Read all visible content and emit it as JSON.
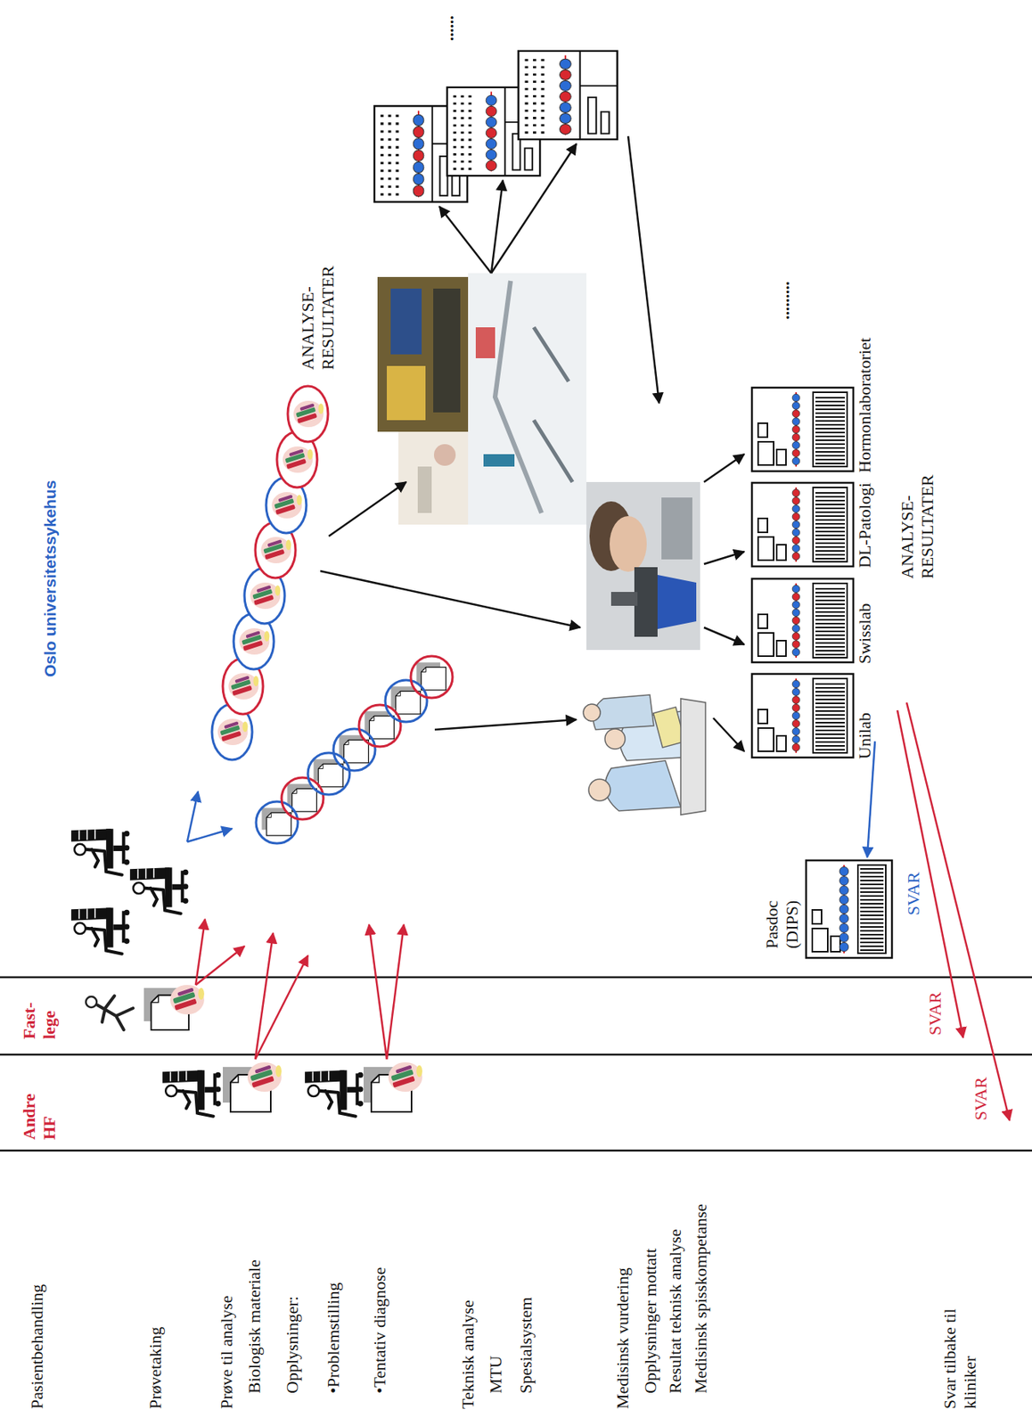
{
  "diagram": {
    "nodes": [
      {
        "text": [
          "Unilab"
        ]
      },
      {
        "text": [
          "Swisslab"
        ]
      },
      {
        "text": [
          "DL-Patologi"
        ]
      },
      {
        "text": [
          "Hormonlaboratoriet"
        ]
      },
      {
        "text": [
          "Pasdoc (DIPS)"
        ]
      }
    ],
    "edges": [
      {
        "from": 0,
        "to": 4,
        "arrow": "to"
      }
    ],
    "labels": [
      "Pasientbehandling",
      "Prøvetaking",
      "Prøve til analyse",
      "Biologisk materiale",
      "Opplysninger:",
      "•Problemstilling",
      "•Tentativ diagnose",
      "Teknisk analyse",
      "MTU",
      "Spesialsystem",
      "Medisinsk vurdering",
      "Opplysninger mottatt",
      "Resultat teknisk analyse",
      "Medisinsk spisskompetanse",
      "Svar tilbake til kliniker",
      "Andre HF",
      "Fast- lege",
      "Oslo universitetssykehus",
      "ANALYSE- RESULTATER",
      "......",
      ".........",
      "ANALYSE- RESULTATER",
      "SVAR",
      "SVAR",
      "SVAR"
    ]
  }
}
